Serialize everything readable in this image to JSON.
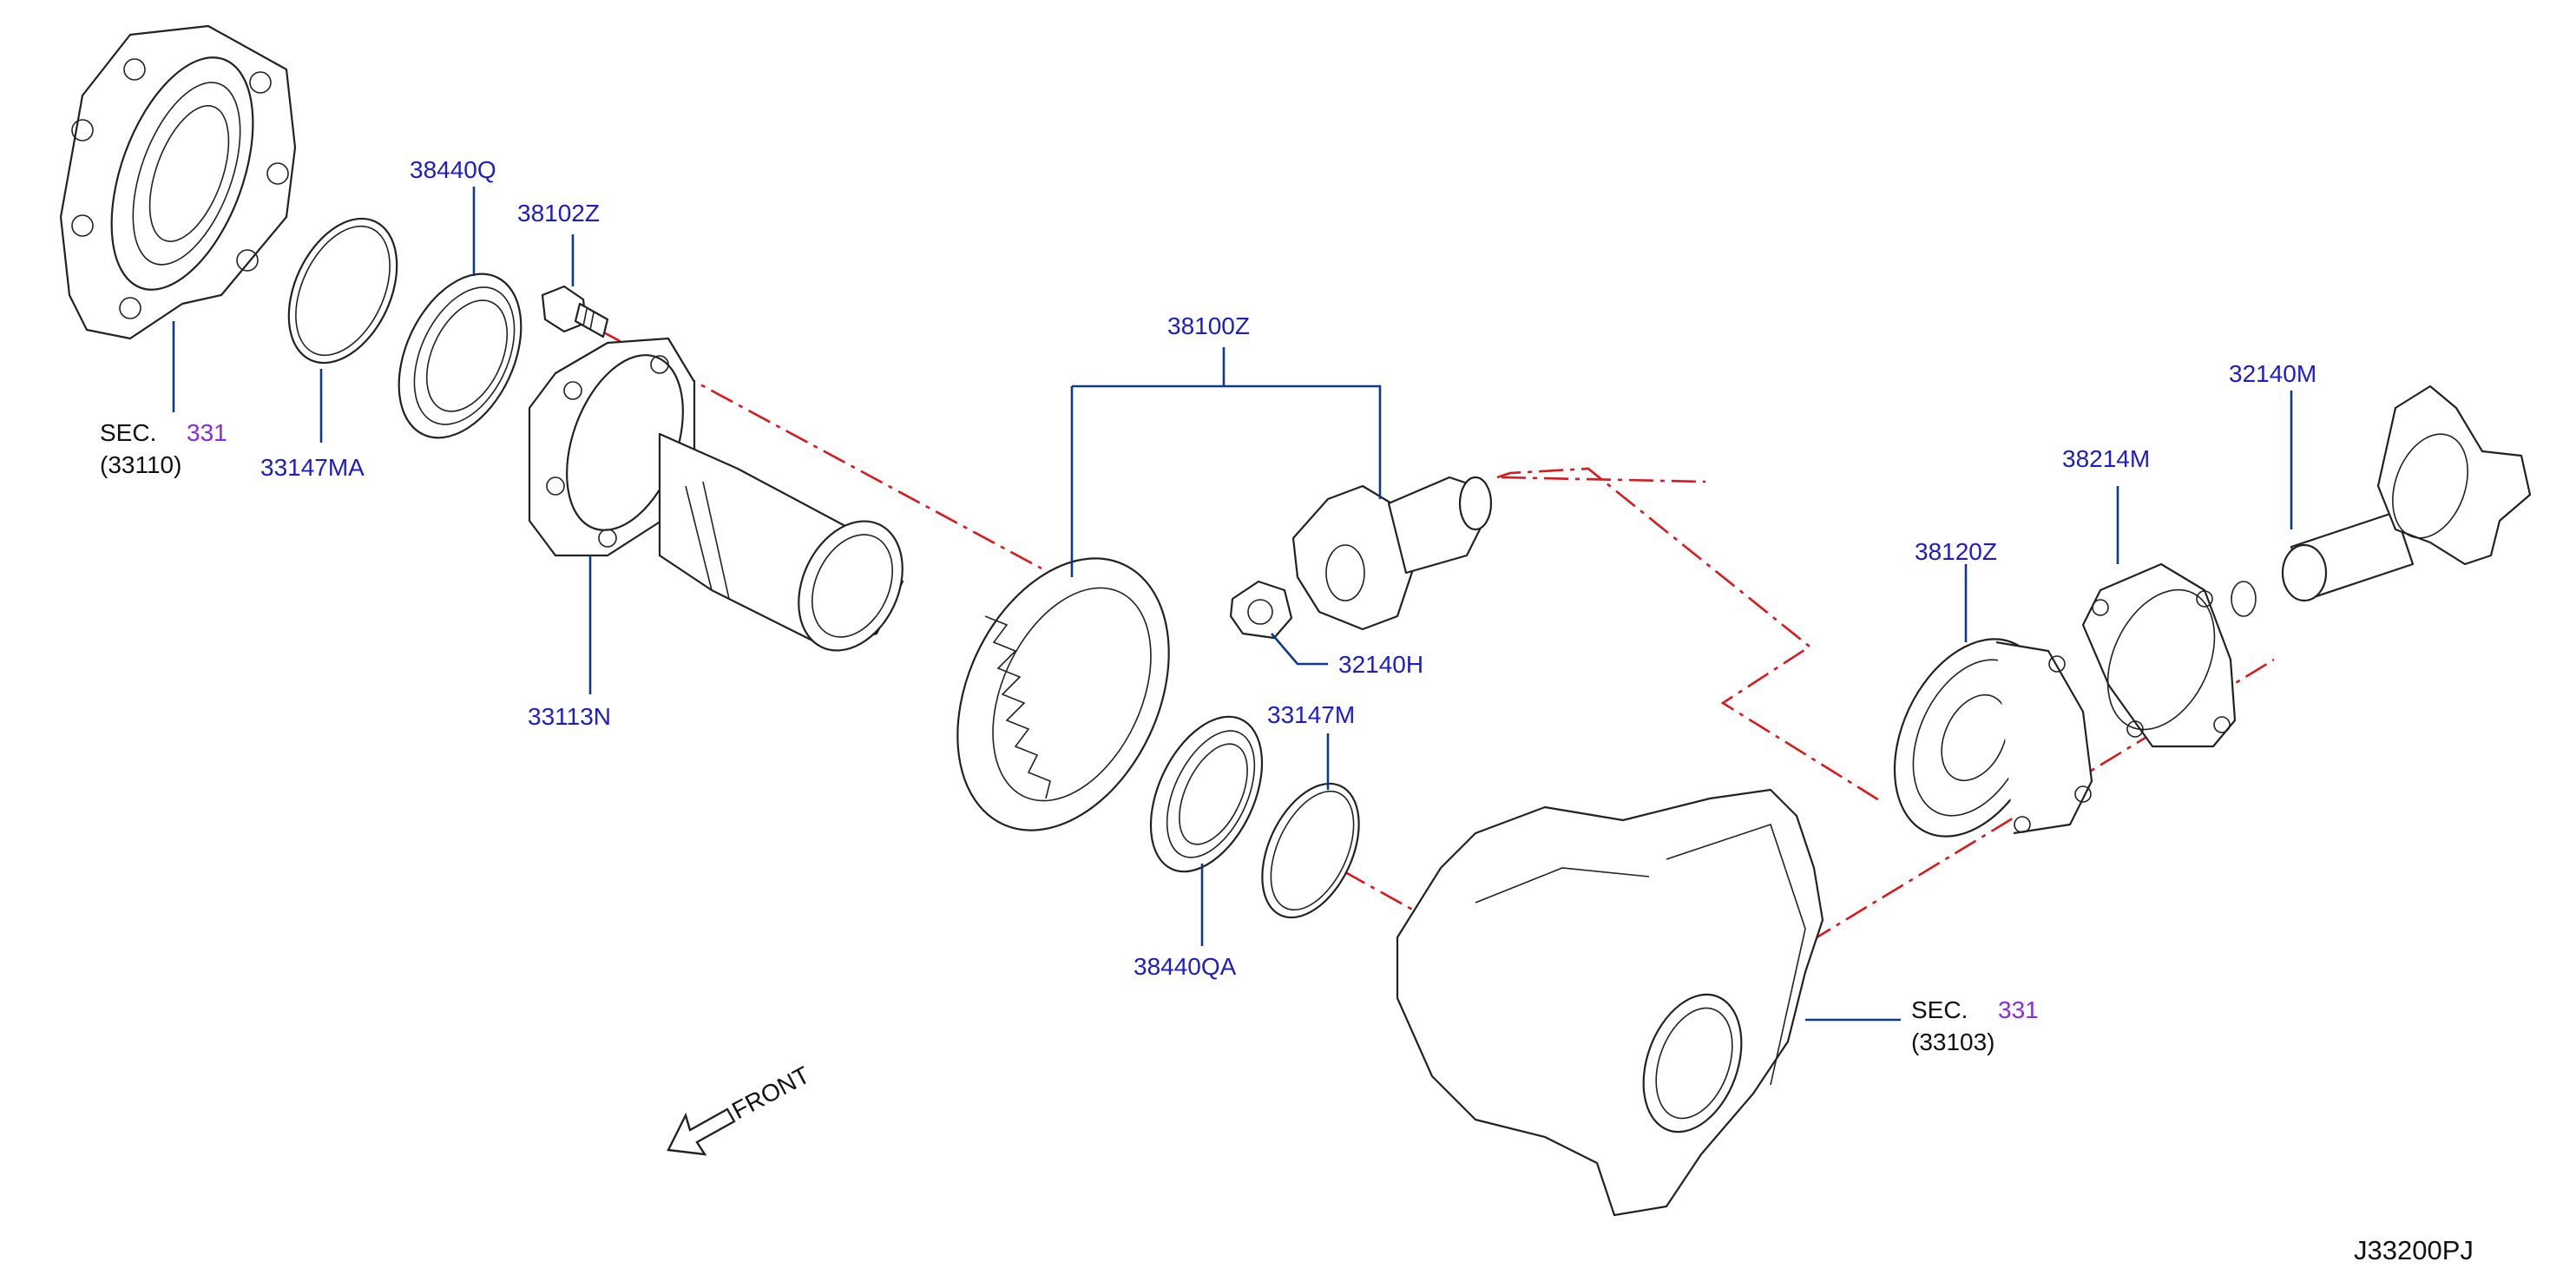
{
  "diagram": {
    "code": "J33200PJ",
    "front_label": "FRONT",
    "colors": {
      "part_number": "#1c1ccc",
      "section_ref": "#8a2be2",
      "leader": "#0d3a8c",
      "centerline": "#e0161b"
    },
    "section_refs": [
      {
        "prefix": "SEC.",
        "number": "331",
        "sub": "(33110)"
      },
      {
        "prefix": "SEC.",
        "number": "331",
        "sub": "(33103)"
      }
    ],
    "callouts": {
      "c38440Q": "38440Q",
      "c38102Z": "38102Z",
      "c33147MA": "33147MA",
      "c33113N": "33113N",
      "c38100Z": "38100Z",
      "c32140H": "32140H",
      "c33147M": "33147M",
      "c38440QA": "38440QA",
      "c32140M": "32140M",
      "c38214M": "38214M",
      "c38120Z": "38120Z"
    }
  }
}
